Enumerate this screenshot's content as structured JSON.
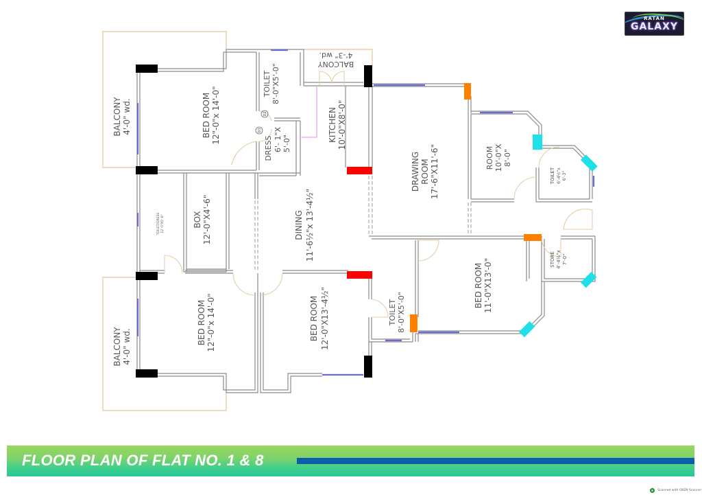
{
  "logo": {
    "line1": "RATAN",
    "line2": "GALAXY"
  },
  "rooms": {
    "balcony_top_left": {
      "name": "BALCONY",
      "size": "4'-0\" wd."
    },
    "bedroom_top": {
      "name": "BED ROOM",
      "size": "12\"-0\"x 14'-0\""
    },
    "toilet_top": {
      "name": "TOILET",
      "size": "8'-0\"X5'-0\""
    },
    "dress": {
      "name": "DRESS",
      "size1": "6'- 1\"X",
      "size2": "5'-0\""
    },
    "balcony_top": {
      "name": "BALCONY",
      "size": "4'-3\" wd."
    },
    "kitchen": {
      "name": "KITCHEN",
      "size": "10'-0\"X8'-0\""
    },
    "drawing": {
      "name1": "DRAWING",
      "name2": "ROOM",
      "size": "17'-6\"X11'-6\""
    },
    "room": {
      "name": "ROOM",
      "size1": "10'-0\"X",
      "size2": "8'-0\""
    },
    "toilet_small": {
      "name": "TOILET",
      "size1": "6'-4½\"x",
      "size2": "6'-3\""
    },
    "toilet_dress": {
      "name": "TOILET/DRESS",
      "size": "12'-0\"X5'-6\""
    },
    "box": {
      "name": "BOX",
      "size": "12'-0\"X4'-6\""
    },
    "dining": {
      "name": "DINING",
      "size": "11'-6½\"x 13'-4½\""
    },
    "store": {
      "name": "STORE",
      "size1": "4'-4½\"x",
      "size2": "7'-0\""
    },
    "bedroom_right": {
      "name": "BED ROOM",
      "size": "11'-0\"X13'-0\""
    },
    "bedroom_bottom_left": {
      "name": "BED ROOM",
      "size": "12\"-0\"x 14'-0\""
    },
    "balcony_bottom_left": {
      "name": "BALCONY",
      "size": "4'-0\" wd."
    },
    "bedroom_center": {
      "name": "BED ROOM",
      "size": "12'-0\"X13'-4½\""
    },
    "toilet_center": {
      "name": "TOILET",
      "size": "8'-0\"X5'-0\""
    }
  },
  "door_tags": [
    "D2",
    "D3"
  ],
  "colors": {
    "column_black": "#000000",
    "column_red": "#ff0000",
    "column_orange": "#ff7f00",
    "column_cyan": "#1ee0e8",
    "window": "#6b6bd6",
    "wall": "#8a8a8a",
    "balcony": "#e3cfa8"
  },
  "banner": {
    "title": "FLOOR PLAN OF FLAT NO. 1 & 8"
  },
  "footer": {
    "scanner": "Scanned with OKEN Scanner"
  }
}
